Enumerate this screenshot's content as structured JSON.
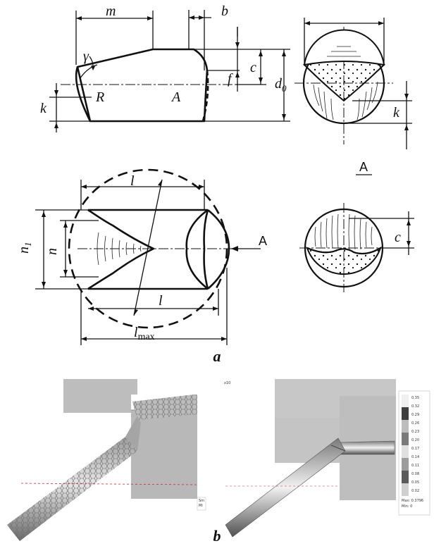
{
  "panel_a": {
    "caption": "a",
    "side_view": {
      "labels": {
        "m": "m",
        "b": "b",
        "gamma": "γ",
        "f": "f",
        "c": "c",
        "d0": "d",
        "d0_sub": "0",
        "k": "k",
        "R": "R",
        "A": "A"
      }
    },
    "end_view": {
      "labels": {
        "k": "k"
      }
    },
    "section_title": "A",
    "plan_view": {
      "labels": {
        "l_top": "l",
        "l_bottom": "l",
        "lmax": "l",
        "lmax_sub": "max",
        "n1": "n",
        "n1_sub": "1",
        "n": "n",
        "A_arrow": "A"
      }
    },
    "section_view": {
      "labels": {
        "c": "c"
      }
    }
  },
  "panel_b": {
    "caption": "b",
    "left_sim": {
      "legend_fragment": [
        "Sm",
        "Mi"
      ]
    },
    "right_sim": {
      "legend_ticks": [
        "0.35",
        "0.32",
        "0.29",
        "0.26",
        "0.23",
        "0.20",
        "0.17",
        "0.14",
        "0.11",
        "0.08",
        "0.05",
        "0.02"
      ],
      "footer": [
        "Max: 0.3796",
        "Min: 0"
      ],
      "top_fragment": "x10"
    }
  },
  "colors": {
    "ink": "#111111",
    "sim_gray": "#b9b9b9",
    "sim_dark": "#5d5d5d"
  }
}
